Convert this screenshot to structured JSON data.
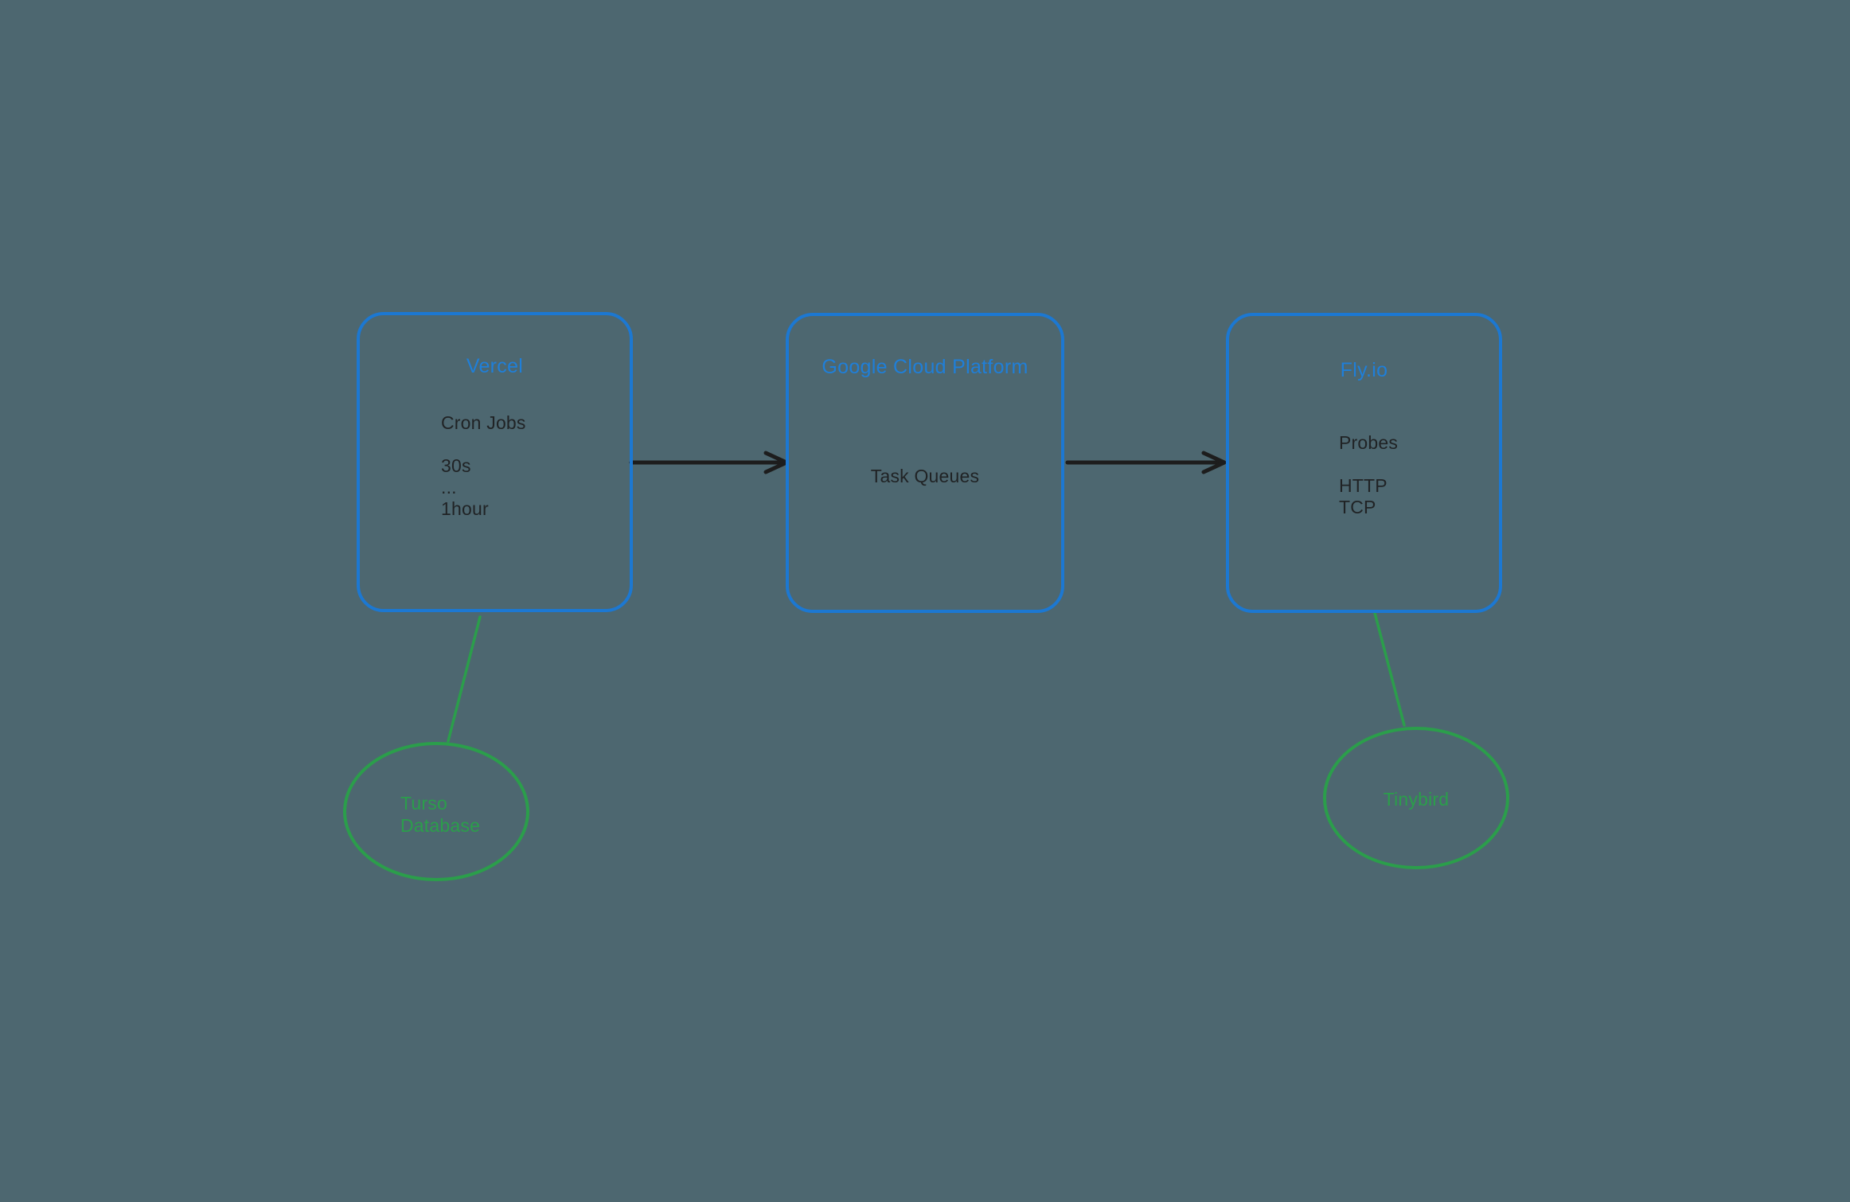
{
  "canvas": {
    "background": "#4d6770"
  },
  "colors": {
    "node_border": "#1c78d2",
    "node_title": "#1f7fd9",
    "body_text": "#202325",
    "green": "#2b9e4b",
    "arrow": "#1d1d1d"
  },
  "nodes": {
    "vercel": {
      "title": "Vercel",
      "body": "Cron Jobs\n\n30s\n...\n1hour"
    },
    "gcp": {
      "title": "Google Cloud Platform",
      "body": "Task Queues"
    },
    "flyio": {
      "title": "Fly.io",
      "body": "Probes\n\nHTTP\nTCP"
    }
  },
  "datastores": {
    "turso": {
      "label": "Turso\nDatabase"
    },
    "tinybird": {
      "label": "Tinybird"
    }
  }
}
